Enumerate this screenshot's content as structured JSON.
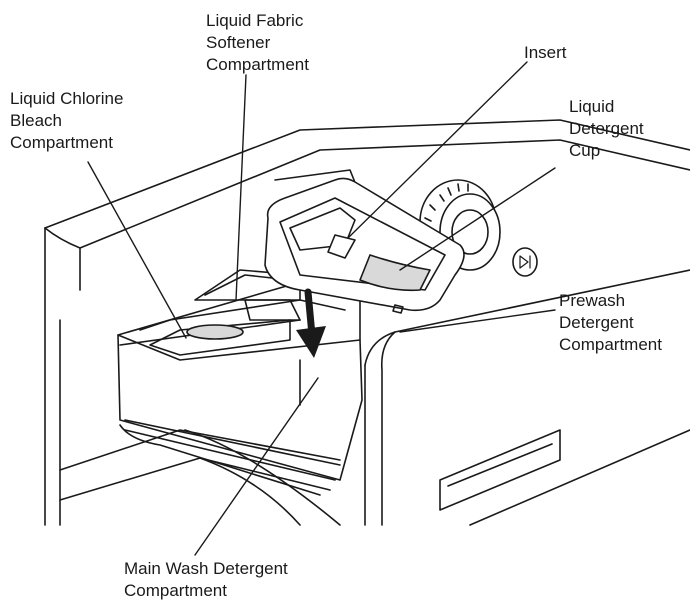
{
  "labels": {
    "softener": [
      "Liquid Fabric",
      "Softener",
      "Compartment"
    ],
    "bleach": [
      "Liquid Chlorine",
      "Bleach",
      "Compartment"
    ],
    "insert": [
      "Insert"
    ],
    "detergent_cup": [
      "Liquid",
      "Detergent",
      "Cup"
    ],
    "prewash": [
      "Prewash",
      "Detergent",
      "Compartment"
    ],
    "main_wash": [
      "Main Wash Detergent",
      "Compartment"
    ]
  },
  "colors": {
    "ink": "#1a1a1a",
    "background": "#ffffff",
    "shade": "#d9d9d9"
  }
}
